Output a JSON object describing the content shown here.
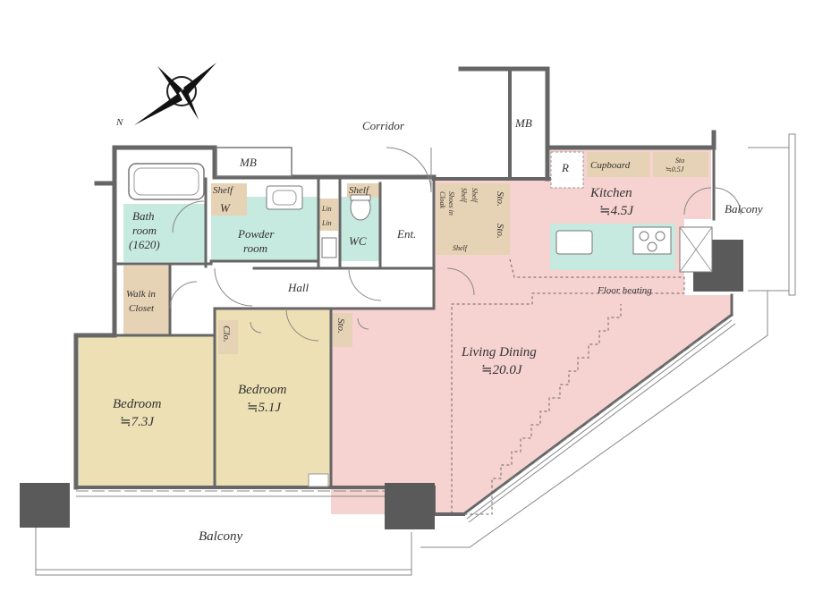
{
  "compass": {
    "north_label": "N"
  },
  "colors": {
    "bedroom": "#ede0b4",
    "living": "#f6d2d0",
    "wet": "#c6e9e0",
    "storage": "#e6d2b4",
    "wall": "#6b6b6b",
    "column": "#5a5a5a"
  },
  "rooms": {
    "corridor": "Corridor",
    "mb_top": "MB",
    "mb_left": "MB",
    "bath_1": "Bath",
    "bath_2": "room",
    "bath_3": "(1620)",
    "shelf_w_1": "Shelf",
    "shelf_w_2": "W",
    "powder_1": "Powder",
    "powder_2": "room",
    "lin_1": "Lin",
    "lin_2": "Lin",
    "shelf_wc": "Shelf",
    "wc": "WC",
    "ent": "Ent.",
    "shoes_1": "Shoes in",
    "shoes_2": "Cloak",
    "shelf_v1": "Shelf",
    "shelf_v2": "Shelf",
    "shelf_bottom": "Shelf",
    "sto_1": "Sto.",
    "sto_2": "Sto.",
    "r": "R",
    "cupboard": "Cupboard",
    "sto_k_1": "Sto",
    "sto_k_2": "≒0.5J",
    "kitchen_name": "Kitchen",
    "kitchen_size": "≒4.5J",
    "balcony_right": "Balcony",
    "hall": "Hall",
    "floor_heating": "Floor heating",
    "walkin_1": "Walk in",
    "walkin_2": "Closet",
    "clo": "Clo.",
    "sto_hall": "Sto.",
    "living_name": "Living Dining",
    "living_size": "≒20.0J",
    "bed1_name": "Bedroom",
    "bed1_size": "≒7.3J",
    "bed2_name": "Bedroom",
    "bed2_size": "≒5.1J",
    "balcony_bottom": "Balcony"
  }
}
